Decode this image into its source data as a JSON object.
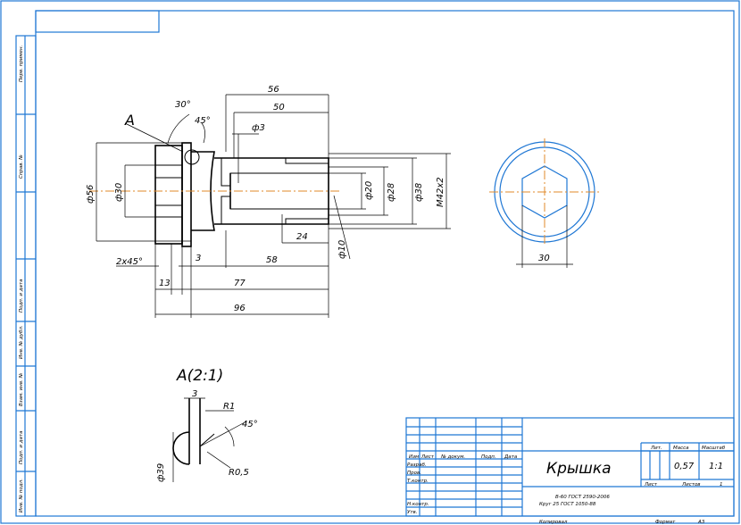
{
  "side_stamp": [
    "Перв. примен.",
    "Справ. №",
    "Подп. и дата",
    "Инв. № дубл.",
    "Взам. инв. №",
    "Подп. и дата",
    "Инв. № подл."
  ],
  "views": {
    "section_label": "A",
    "detail_label": "A(2:1)"
  },
  "dims": {
    "d56": "ф56",
    "d30": "ф30",
    "ang30": "30°",
    "ang45": "45°",
    "l56": "56",
    "l50": "50",
    "d3": "ф3",
    "d20": "ф20",
    "d28": "ф28",
    "d38": "ф38",
    "m42": "M42x2",
    "l24": "24",
    "d10": "ф10",
    "l3": "3",
    "l58": "58",
    "ch": "2x45°",
    "l13": "13",
    "l77": "77",
    "l96": "96",
    "right_30": "30",
    "det_3": "3",
    "det_r1": "R1",
    "det_45": "45°",
    "det_r05": "R0,5",
    "det_d39": "ф39"
  },
  "title_block": {
    "name": "Крышка",
    "material_line1": "В-60 ГОСТ 2590-2006",
    "material_line2": "Круг 25 ГОСТ 1050-88",
    "col_headers": [
      "Изм",
      "Лист",
      "№ докум.",
      "Подп.",
      "Дата"
    ],
    "row_labels": [
      "Разраб.",
      "Пров.",
      "Т.контр.",
      "",
      "Н.контр.",
      "Утв."
    ],
    "lit_label": "Лит.",
    "mass_label": "Масса",
    "scale_label": "Масштаб",
    "mass": "0,57",
    "scale": "1:1",
    "sheet_label": "Лист",
    "sheets_label": "Листов",
    "sheets": "1",
    "copied": "Копировал",
    "format": "Формат",
    "format_value": "A3"
  }
}
